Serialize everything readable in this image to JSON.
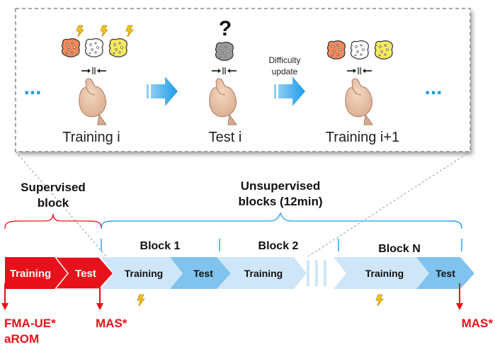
{
  "inset": {
    "ellipsis": "...",
    "question_mark": "?",
    "difficulty_update": [
      "Difficulty",
      "update"
    ],
    "stages": [
      "Training i",
      "Test i",
      "Training i+1"
    ]
  },
  "supervised": {
    "label": [
      "Supervised",
      "block"
    ]
  },
  "unsupervised": {
    "label": [
      "Unsupervised",
      "blocks (12min)"
    ]
  },
  "blocks": {
    "block1": "Block 1",
    "block2": "Block 2",
    "blockN": "Block N"
  },
  "timeline": {
    "training": "Training",
    "test": "Test"
  },
  "assessments": {
    "start": [
      "FMA-UE*",
      "aROM"
    ],
    "mid": "MAS*",
    "end": "MAS*"
  },
  "colors": {
    "red": "#e8101a",
    "light_blue": "#cfe6f8",
    "mid_blue": "#7fc3ee",
    "arrow_blue": "#1e9be9",
    "bolt_yellow": "#f4c21e",
    "sponge_orange": "#f08a5b",
    "sponge_yellow": "#f6ea62",
    "sponge_gray": "#9a9a9a"
  },
  "icons": [
    "sponge-icon",
    "lightning-icon",
    "hand-icon",
    "compress-arrows-icon",
    "right-arrow-icon"
  ]
}
